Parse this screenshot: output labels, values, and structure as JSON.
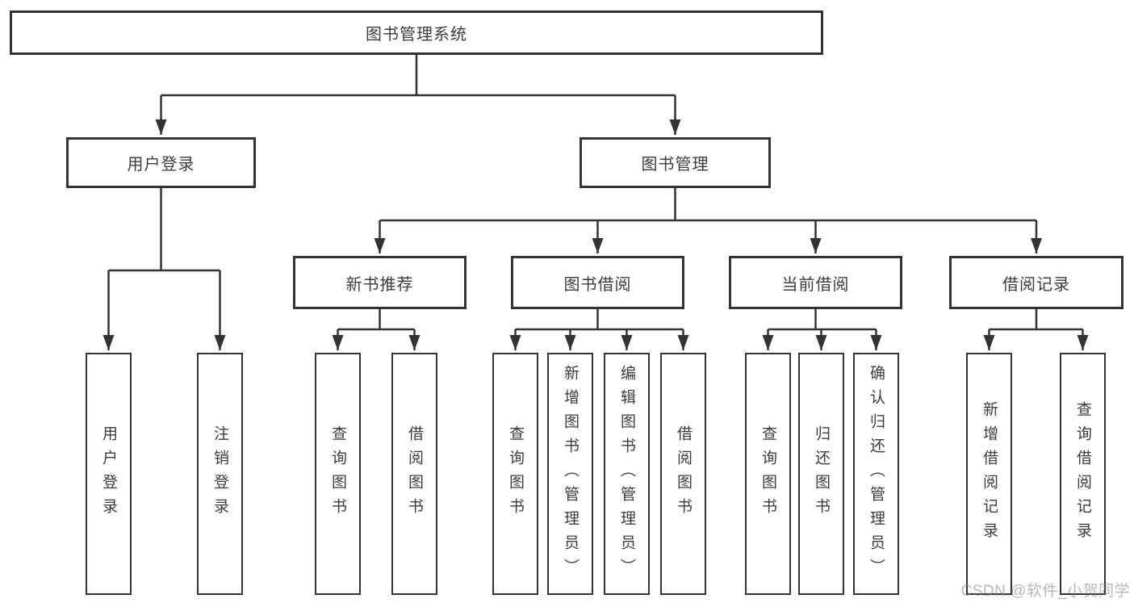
{
  "diagram_title": "图书管理系统",
  "colors": {
    "line": "#333333",
    "box_border": "#333333",
    "text": "#3c3c3c",
    "background": "#ffffff",
    "watermark": "#878787"
  },
  "nodes": {
    "root": {
      "label": "图书管理系统"
    },
    "user_login": {
      "label": "用户登录"
    },
    "book_mgmt": {
      "label": "图书管理"
    },
    "leaf_user_login": {
      "label": "用户登录"
    },
    "leaf_logout": {
      "label": "注销登录"
    },
    "new_book_rec": {
      "label": "新书推荐"
    },
    "book_borrow": {
      "label": "图书借阅"
    },
    "current_borrow": {
      "label": "当前借阅"
    },
    "borrow_record": {
      "label": "借阅记录"
    },
    "nbr_query_book": {
      "label": "查询图书"
    },
    "nbr_borrow_book": {
      "label": "借阅图书"
    },
    "bb_query_book": {
      "label": "查询图书"
    },
    "bb_add_book": {
      "label": "新增图书（管理员）"
    },
    "bb_edit_book": {
      "label": "编辑图书（管理员）"
    },
    "bb_borrow_book": {
      "label": "借阅图书"
    },
    "cb_query_book": {
      "label": "查询图书"
    },
    "cb_return_book": {
      "label": "归还图书"
    },
    "cb_confirm_return": {
      "label": "确认归还（管理员）"
    },
    "br_add_record": {
      "label": "新增借阅记录"
    },
    "br_query_record": {
      "label": "查询借阅记录"
    }
  },
  "hierarchy": {
    "图书管理系统": {
      "用户登录": [
        "用户登录",
        "注销登录"
      ],
      "图书管理": {
        "新书推荐": [
          "查询图书",
          "借阅图书"
        ],
        "图书借阅": [
          "查询图书",
          "新增图书（管理员）",
          "编辑图书（管理员）",
          "借阅图书"
        ],
        "当前借阅": [
          "查询图书",
          "归还图书",
          "确认归还（管理员）"
        ],
        "借阅记录": [
          "新增借阅记录",
          "查询借阅记录"
        ]
      }
    }
  },
  "watermark": {
    "text": "CSDN @软件_小贺同学"
  }
}
